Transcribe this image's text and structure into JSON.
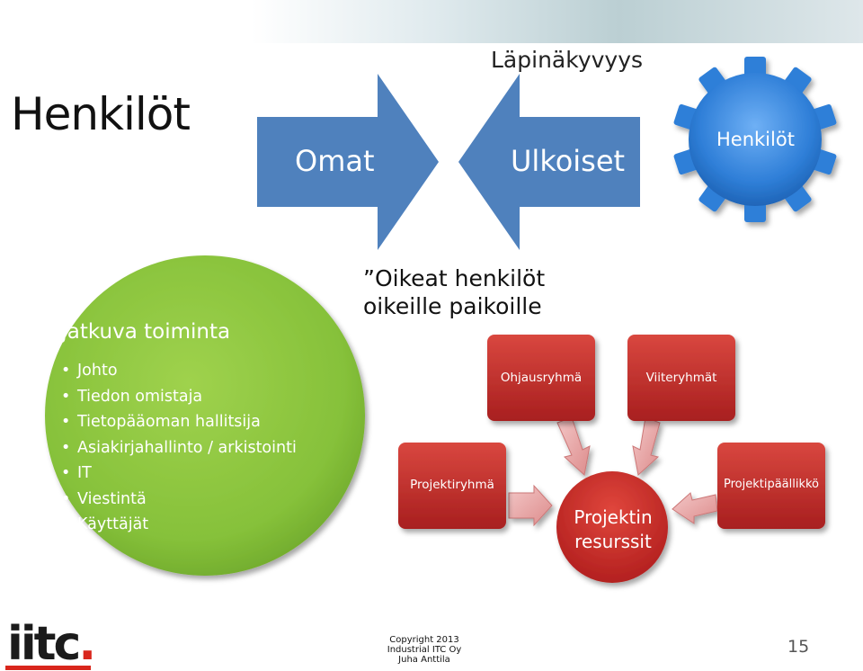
{
  "slide": {
    "title": "Henkilöt",
    "subtitle": "Läpinäkyvyys",
    "page_number": "15"
  },
  "arrows": {
    "left_label": "Omat",
    "right_label": "Ulkoiset",
    "color": "#4f81bd"
  },
  "gear": {
    "label": "Henkilöt",
    "color": "#3a8be0"
  },
  "green_circle": {
    "title": "Jatkuva toiminta",
    "items": [
      "Johto",
      "Tiedon omistaja",
      "Tietopääoman hallitsija",
      "Asiakirjahallinto / arkistointi",
      "IT",
      "Viestintä",
      "Käyttäjät"
    ],
    "color": "#8cc63f"
  },
  "quote": {
    "line1": "”Oikeat  henkilöt",
    "line2": "oikeille paikoille"
  },
  "diagram": {
    "center": {
      "line1": "Projektin",
      "line2": "resurssit"
    },
    "boxes": {
      "ohjausryhma": "Ohjausryhmä",
      "viiteryhmat": "Viiteryhmät",
      "projektiryhma": "Projektiryhmä",
      "projektipaallikko": "Projektipäällikkö"
    },
    "color": "#c0282a"
  },
  "footer": {
    "logo_text": "iitc",
    "logo_dot": ".",
    "copyright_lines": [
      "Copyright 2013",
      "Industrial ITC Oy",
      "Juha Anttila"
    ]
  }
}
